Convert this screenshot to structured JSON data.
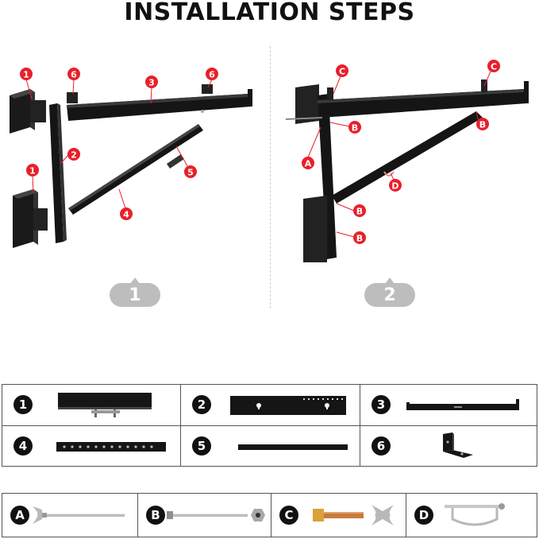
{
  "title": "INSTALLATION STEPS",
  "steps": [
    "1",
    "2"
  ],
  "step1_callouts": [
    "1",
    "6",
    "3",
    "6",
    "2",
    "1",
    "5",
    "4"
  ],
  "step2_callouts": [
    "C",
    "C",
    "B",
    "B",
    "A",
    "D",
    "B",
    "B"
  ],
  "parts": [
    "1",
    "2",
    "3",
    "4",
    "5",
    "6"
  ],
  "hardware": [
    "A",
    "B",
    "C",
    "D"
  ],
  "colors": {
    "callout": "#e8202a",
    "metal": "#151515",
    "badge": "#bdbdbd"
  }
}
